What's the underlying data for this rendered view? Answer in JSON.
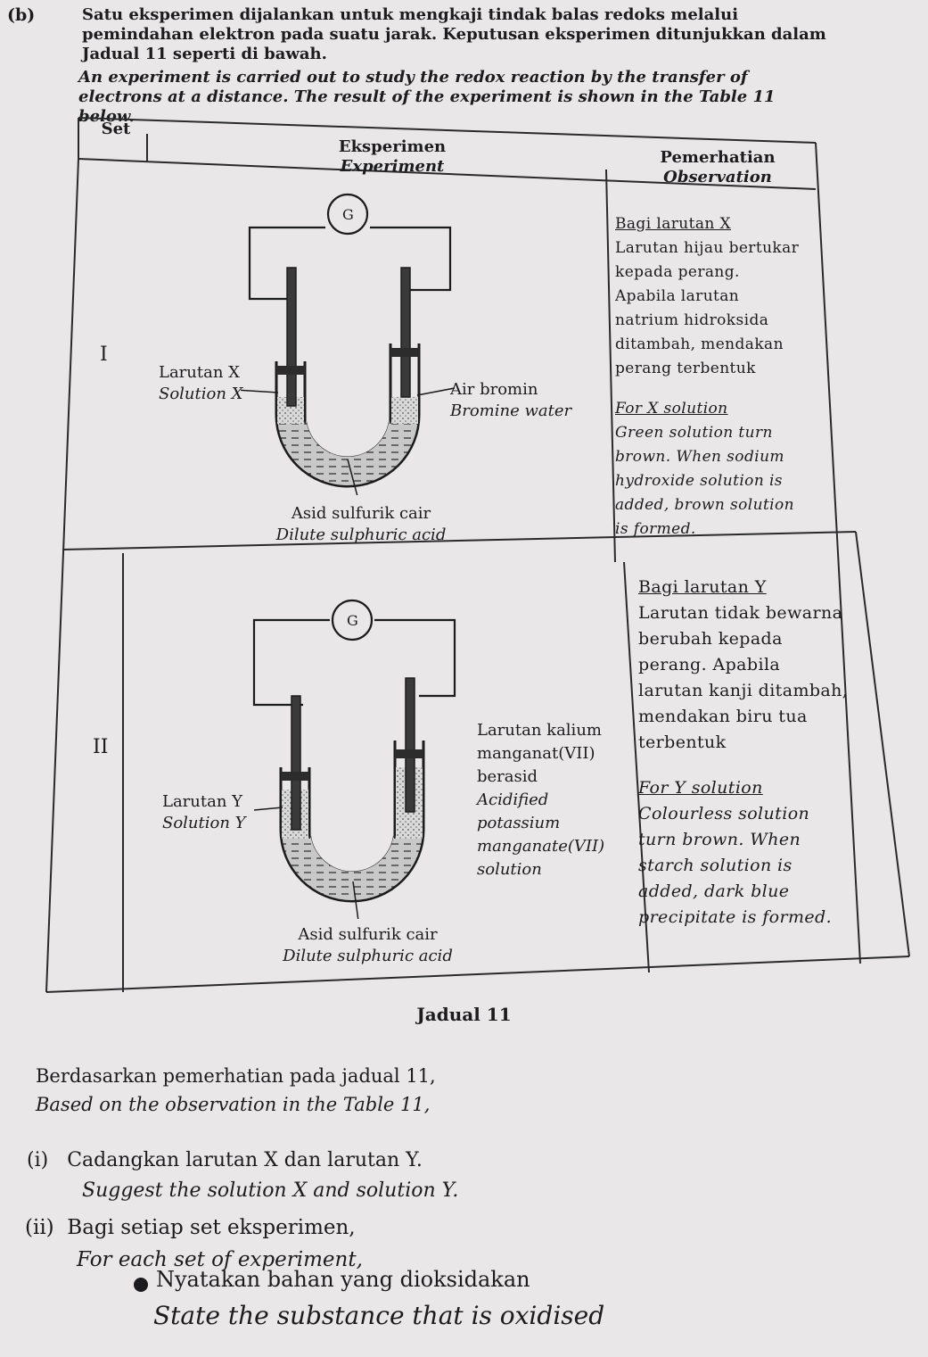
{
  "question": {
    "label": "(b)",
    "intro_ms": "Satu eksperimen dijalankan untuk mengkaji tindak balas redoks melalui pemindahan elektron pada suatu jarak. Keputusan eksperimen ditunjukkan dalam Jadual 11 seperti di bawah.",
    "intro_en": "An experiment is carried out to study the redox reaction by the transfer of electrons at a distance. The result of the experiment is shown in the Table 11 below."
  },
  "table": {
    "headers": {
      "set": "Set",
      "experiment_ms": "Eksperimen",
      "experiment_en": "Experiment",
      "observation_ms": "Pemerhatian",
      "observation_en": "Observation"
    },
    "rows": [
      {
        "set": "I",
        "galvanometer": "G",
        "left_label_ms": "Larutan X",
        "left_label_en": "Solution X",
        "right_label_ms": "Air bromin",
        "right_label_en": "Bromine water",
        "bottom_label_ms": "Asid sulfurik cair",
        "bottom_label_en": "Dilute sulphuric acid",
        "obs_title_ms": "Bagi larutan X",
        "obs_lines_ms": [
          "Larutan hijau bertukar",
          "kepada perang.",
          "Apabila larutan",
          "natrium hidroksida",
          "ditambah, mendakan",
          "perang terbentuk"
        ],
        "obs_title_en": "For X solution",
        "obs_lines_en": [
          "Green solution turn",
          "brown. When sodium",
          "hydroxide solution is",
          "added, brown solution",
          "is formed."
        ]
      },
      {
        "set": "II",
        "galvanometer": "G",
        "left_label_ms": "Larutan Y",
        "left_label_en": "Solution Y",
        "right_label_ms_lines": [
          "Larutan kalium",
          "manganat(VII)",
          "berasid"
        ],
        "right_label_en_lines": [
          "Acidified",
          "potassium",
          "manganate(VII)",
          "solution"
        ],
        "bottom_label_ms": "Asid sulfurik cair",
        "bottom_label_en": "Dilute sulphuric acid",
        "obs_title_ms": "Bagi larutan Y",
        "obs_lines_ms": [
          "Larutan tidak bewarna",
          "berubah kepada",
          "perang. Apabila",
          "larutan kanji ditambah,",
          "mendakan biru tua",
          "terbentuk"
        ],
        "obs_title_en": "For Y solution",
        "obs_lines_en": [
          "Colourless solution",
          "turn brown. When",
          "starch solution is",
          "added, dark blue",
          "precipitate is formed."
        ]
      }
    ],
    "caption": "Jadual 11"
  },
  "based": {
    "ms": "Berdasarkan pemerhatian pada jadual 11,",
    "en": "Based on the observation in the Table 11,"
  },
  "subquestions": [
    {
      "num": "(i)",
      "ms": "Cadangkan larutan X dan larutan Y.",
      "en": "Suggest the solution X and solution Y."
    },
    {
      "num": "(ii)",
      "ms": "Bagi setiap set eksperimen,",
      "en": "For each set of experiment,"
    }
  ],
  "bullet": {
    "ms": "Nyatakan bahan yang dioksidakan",
    "en": "State the substance that is oxidised"
  }
}
